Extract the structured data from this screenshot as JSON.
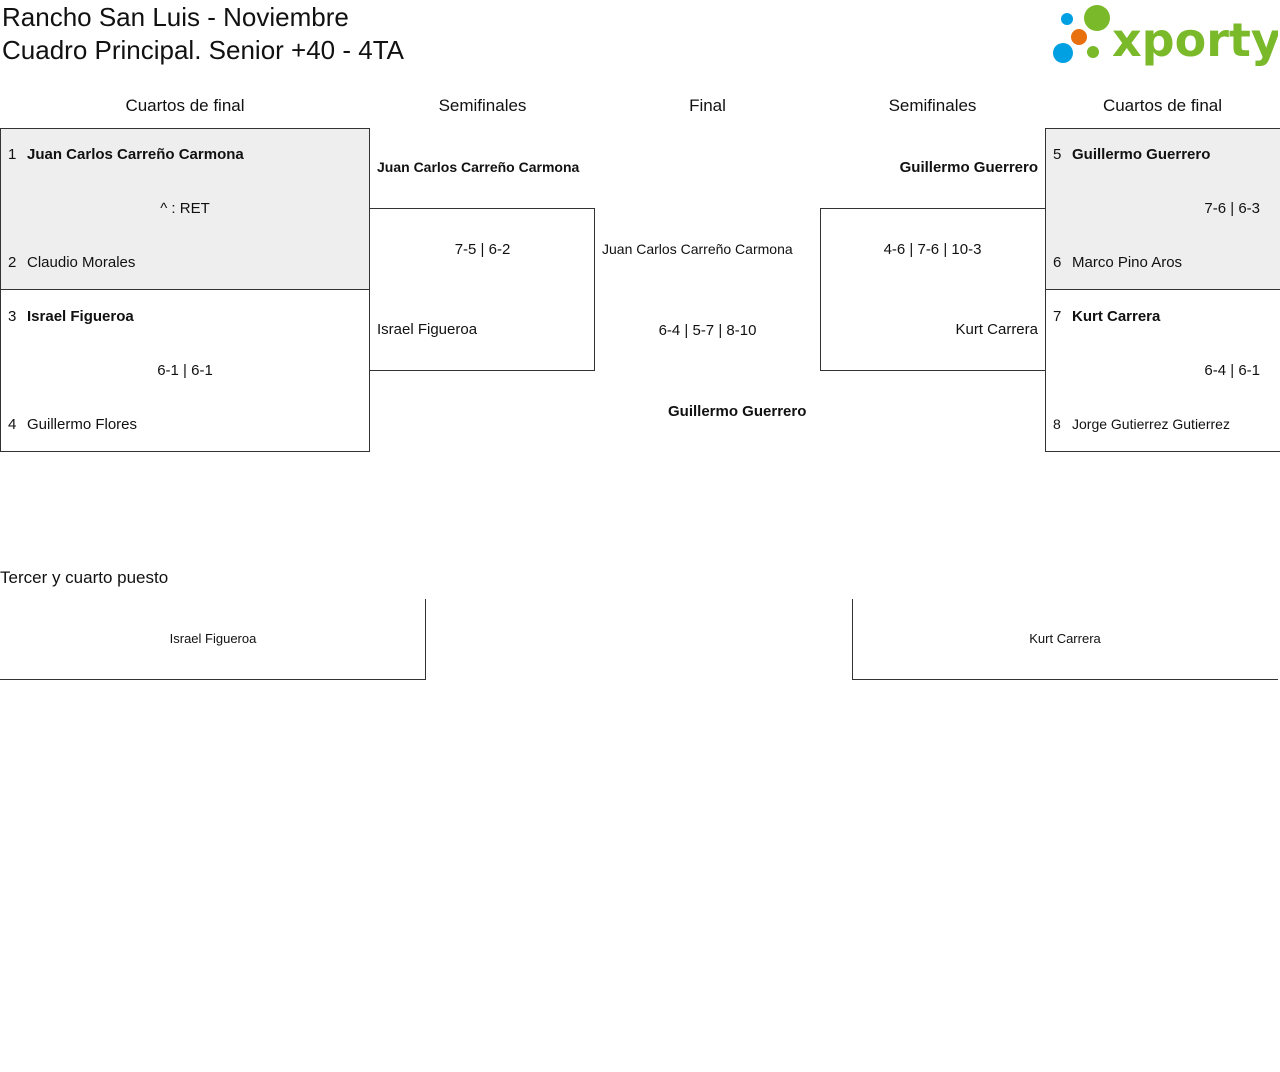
{
  "header": {
    "title_line1": "Rancho San Luis - Noviembre",
    "title_line2": "Cuadro Principal. Senior +40 - 4TA",
    "logo_text": "xporty",
    "logo_colors": {
      "green": "#7ab929",
      "blue": "#00a0e3",
      "orange": "#e8700f"
    }
  },
  "rounds": {
    "qf_left": "Cuartos de final",
    "sf_left": "Semifinales",
    "final": "Final",
    "sf_right": "Semifinales",
    "qf_right": "Cuartos de final"
  },
  "quarterfinals": [
    {
      "p1_seed": "1",
      "p1": "Juan Carlos Carreño Carmona",
      "score": "^ : RET",
      "p2_seed": "2",
      "p2": "Claudio Morales"
    },
    {
      "p1_seed": "3",
      "p1": "Israel Figueroa",
      "score": "6-1 | 6-1",
      "p2_seed": "4",
      "p2": "Guillermo Flores"
    },
    {
      "p1_seed": "5",
      "p1": "Guillermo Guerrero",
      "score": "7-6 | 6-3",
      "p2_seed": "6",
      "p2": "Marco Pino Aros"
    },
    {
      "p1_seed": "7",
      "p1": "Kurt Carrera",
      "score": "6-4 | 6-1",
      "p2_seed": "8",
      "p2": "Jorge Gutierrez Gutierrez"
    }
  ],
  "semifinals": [
    {
      "p1": "Juan Carlos Carreño Carmona",
      "score": "7-5 | 6-2",
      "p2": "Israel Figueroa"
    },
    {
      "p1": "Guillermo Guerrero",
      "score": "4-6 | 7-6 | 10-3",
      "p2": "Kurt Carrera"
    }
  ],
  "final": {
    "p1": "Juan Carlos Carreño Carmona",
    "score": "6-4 | 5-7 | 8-10",
    "winner": "Guillermo Guerrero"
  },
  "third_place": {
    "title": "Tercer y cuarto puesto",
    "p1": "Israel Figueroa",
    "p2": "Kurt Carrera"
  }
}
